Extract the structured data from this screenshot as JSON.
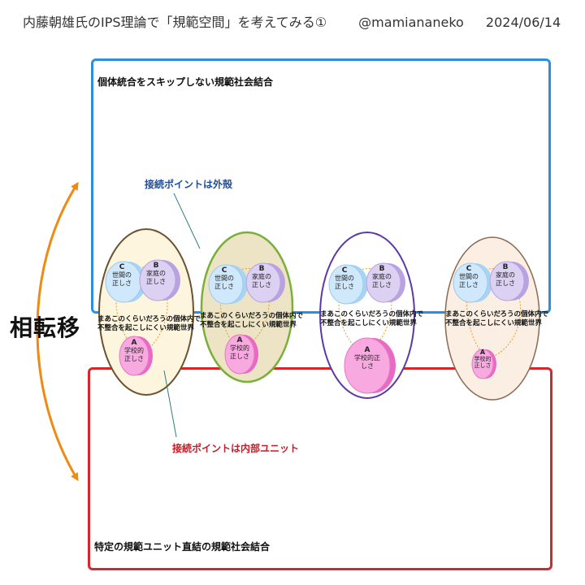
{
  "header": {
    "title": "内藤朝雄氏のIPS理論で「規範空間」を考えてみる①",
    "handle": "@mamiananeko",
    "date": "2024/06/14"
  },
  "top_region": {
    "title": "個体統合をスキップしない規範社会結合",
    "color": "#2e8fe0"
  },
  "bottom_region": {
    "title": "特定の規範ユニット直結の規範社会結合",
    "color": "#d8272a"
  },
  "rotation_label": "相転移",
  "note_outer": "接続ポイントは外殻",
  "note_inner": "接続ポイントは内部ユニット",
  "units": {
    "c_letter": "C",
    "c_line1": "世間の",
    "c_line2": "正しさ",
    "b_letter": "B",
    "b_line1": "家庭の",
    "b_line2": "正しさ",
    "a_letter": "A",
    "a_line1": "学校的",
    "a_line2": "正しさ",
    "a_large_line1": "学校的正",
    "a_large_line2": "しさ"
  },
  "middle_text": {
    "line1": "まあこのくらいだろうの個体内で",
    "line2": "不整合を起こしにくい規範世界"
  },
  "colors": {
    "individual_1_border": "#6b5230",
    "individual_2_border": "#7ab03a",
    "individual_3_border": "#5b3aa8",
    "individual_4_border": "#8a6a52",
    "arrow": "#ef8a12"
  }
}
